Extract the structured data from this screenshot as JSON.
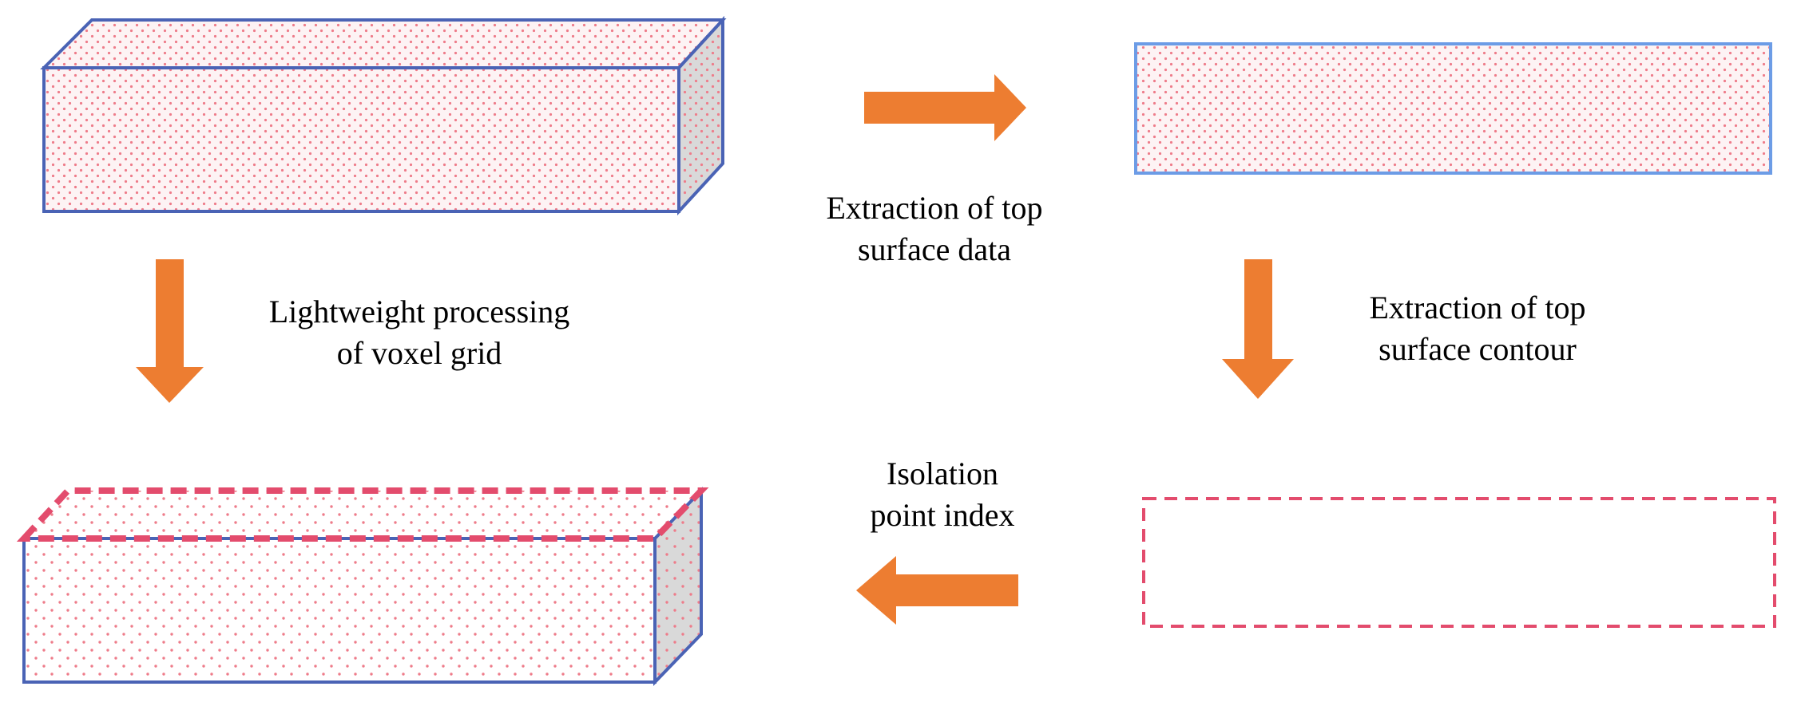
{
  "colors": {
    "box_edge": "#4a63b5",
    "box_edge_light": "#6c9ce6",
    "dot_pink": "#ee7c8a",
    "dashed_red": "#e34c6d",
    "arrow_orange": "#ed7d31",
    "side_gray": "#d9d9d9",
    "face_pink": "#fdeef0"
  },
  "labels": {
    "extract_top_data": [
      "Extraction of top",
      "surface data"
    ],
    "lightweight": [
      "Lightweight processing",
      "of voxel grid"
    ],
    "extract_contour": [
      "Extraction of top",
      "surface contour"
    ],
    "isolation": [
      "Isolation",
      "point index"
    ]
  },
  "nodes": [
    {
      "id": "voxel-box",
      "shape": "3d-box"
    },
    {
      "id": "top-surface-rect",
      "shape": "rectangle"
    },
    {
      "id": "contour-rect",
      "shape": "dashed-rectangle"
    },
    {
      "id": "result-box",
      "shape": "3d-box-dashed-top"
    }
  ],
  "arrows": [
    {
      "from": "voxel-box",
      "to": "top-surface-rect",
      "direction": "right"
    },
    {
      "from": "voxel-box",
      "to": "result-box",
      "direction": "down"
    },
    {
      "from": "top-surface-rect",
      "to": "contour-rect",
      "direction": "down"
    },
    {
      "from": "contour-rect",
      "to": "result-box",
      "direction": "left"
    }
  ]
}
